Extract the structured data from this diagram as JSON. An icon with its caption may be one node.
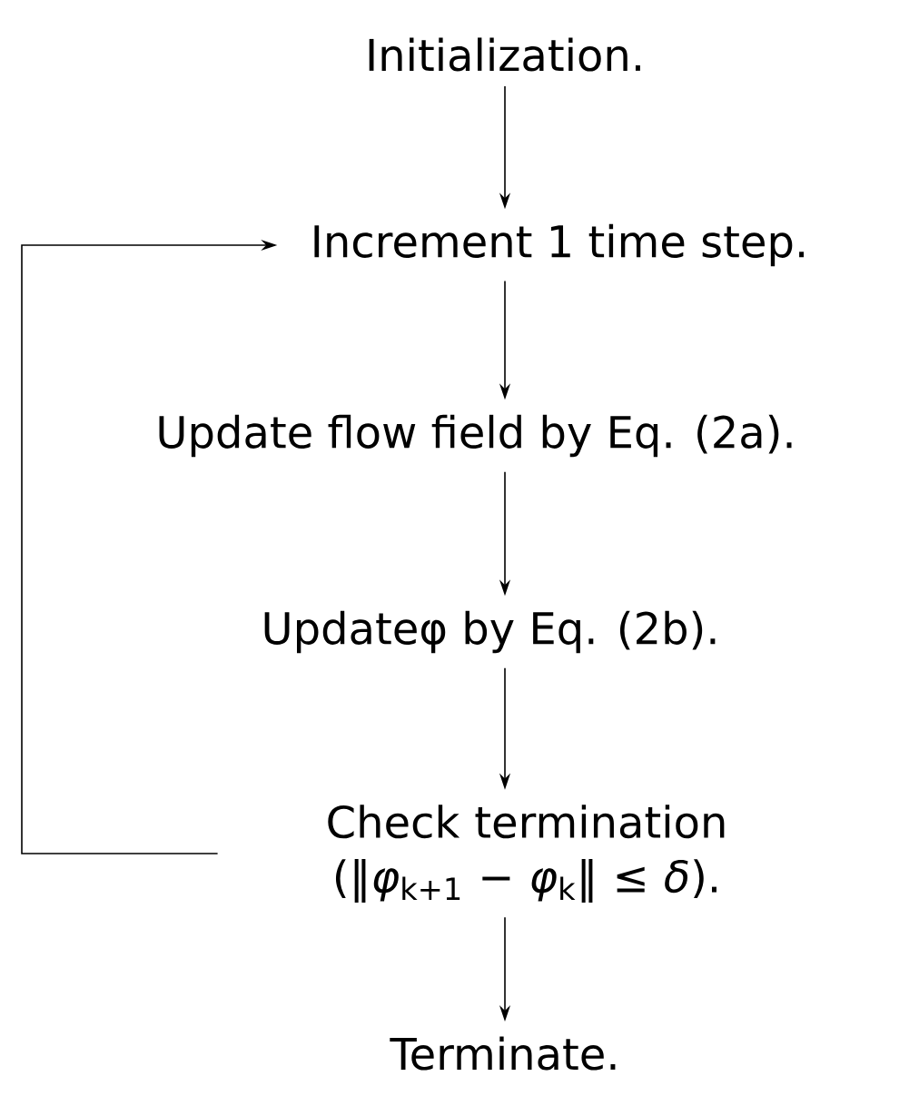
{
  "diagram": {
    "nodes": [
      {
        "text": [
          "Initialization."
        ]
      },
      {
        "text": [
          "Increment 1 time step."
        ]
      },
      {
        "text": [
          "Update flow field by Eq. (2a)."
        ]
      },
      {
        "text": [
          "Updateφ by Eq. (2b)."
        ]
      },
      {
        "text": [
          "Check termination (‖*φ*$_{k+1}$ − *φ*$_{k}$‖ ≤ *δ*)."
        ]
      },
      {
        "text": [
          "Terminate."
        ]
      }
    ],
    "edges": [
      {
        "from": 0,
        "to": 1,
        "arrow": "to"
      },
      {
        "from": 1,
        "to": 2,
        "arrow": "to"
      },
      {
        "from": 2,
        "to": 3,
        "arrow": "to"
      },
      {
        "from": 3,
        "to": 4,
        "arrow": "to"
      },
      {
        "from": 4,
        "to": 5,
        "arrow": "to"
      },
      {
        "from": 4,
        "to": 1,
        "arrow": "to"
      }
    ]
  }
}
